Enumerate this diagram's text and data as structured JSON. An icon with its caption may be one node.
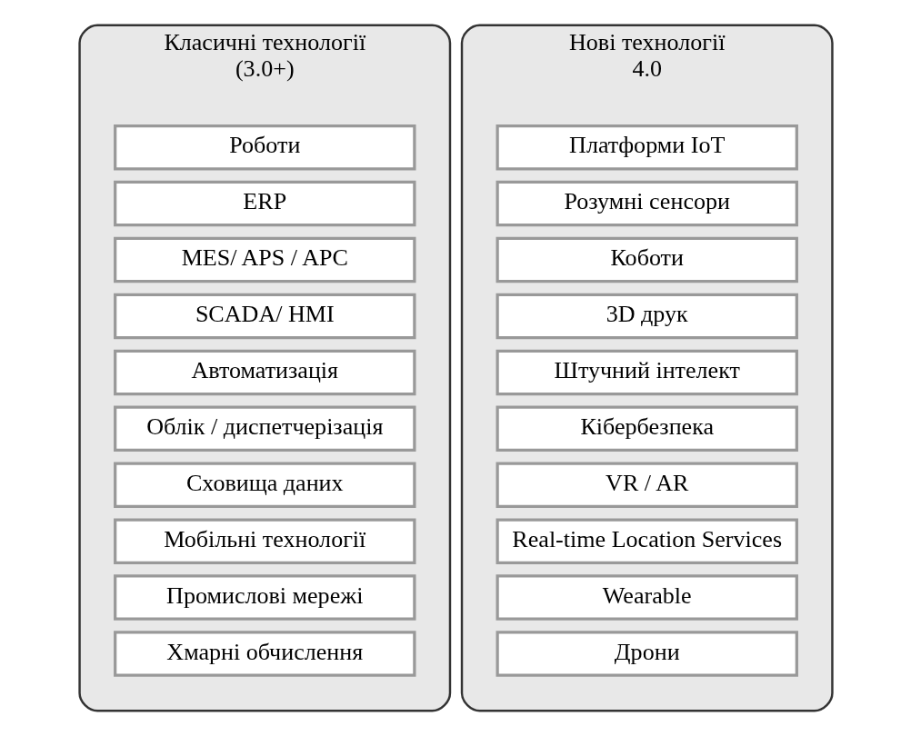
{
  "diagram": {
    "nodes": [
      {
        "text": [
          "Класичні технології",
          "(3.0+)"
        ]
      },
      {
        "text": [
          "Роботи"
        ],
        "in": 0
      },
      {
        "text": [
          "ERP"
        ],
        "in": 0
      },
      {
        "text": [
          "MES/ APS / APC"
        ],
        "in": 0
      },
      {
        "text": [
          "SCADA/ HMI"
        ],
        "in": 0
      },
      {
        "text": [
          "Автоматизація"
        ],
        "in": 0
      },
      {
        "text": [
          "Облік / диспетчерізація"
        ],
        "in": 0
      },
      {
        "text": [
          "Сховища даних"
        ],
        "in": 0
      },
      {
        "text": [
          "Мобільні технології"
        ],
        "in": 0
      },
      {
        "text": [
          "Промислові мережі"
        ],
        "in": 0
      },
      {
        "text": [
          "Хмарні обчислення"
        ],
        "in": 0
      },
      {
        "text": [
          "Нові технології",
          "4.0"
        ]
      },
      {
        "text": [
          "Платформи IoT"
        ],
        "in": 11
      },
      {
        "text": [
          "Розумні сенсори"
        ],
        "in": 11
      },
      {
        "text": [
          "Коботи"
        ],
        "in": 11
      },
      {
        "text": [
          "3D друк"
        ],
        "in": 11
      },
      {
        "text": [
          "Штучний інтелект"
        ],
        "in": 11
      },
      {
        "text": [
          "Кібербезпека"
        ],
        "in": 11
      },
      {
        "text": [
          "VR / AR"
        ],
        "in": 11
      },
      {
        "text": [
          "Real-time Location Services"
        ],
        "in": 11
      },
      {
        "text": [
          "Wearable"
        ],
        "in": 11
      },
      {
        "text": [
          "Дрони"
        ],
        "in": 11
      }
    ],
    "edges": []
  }
}
